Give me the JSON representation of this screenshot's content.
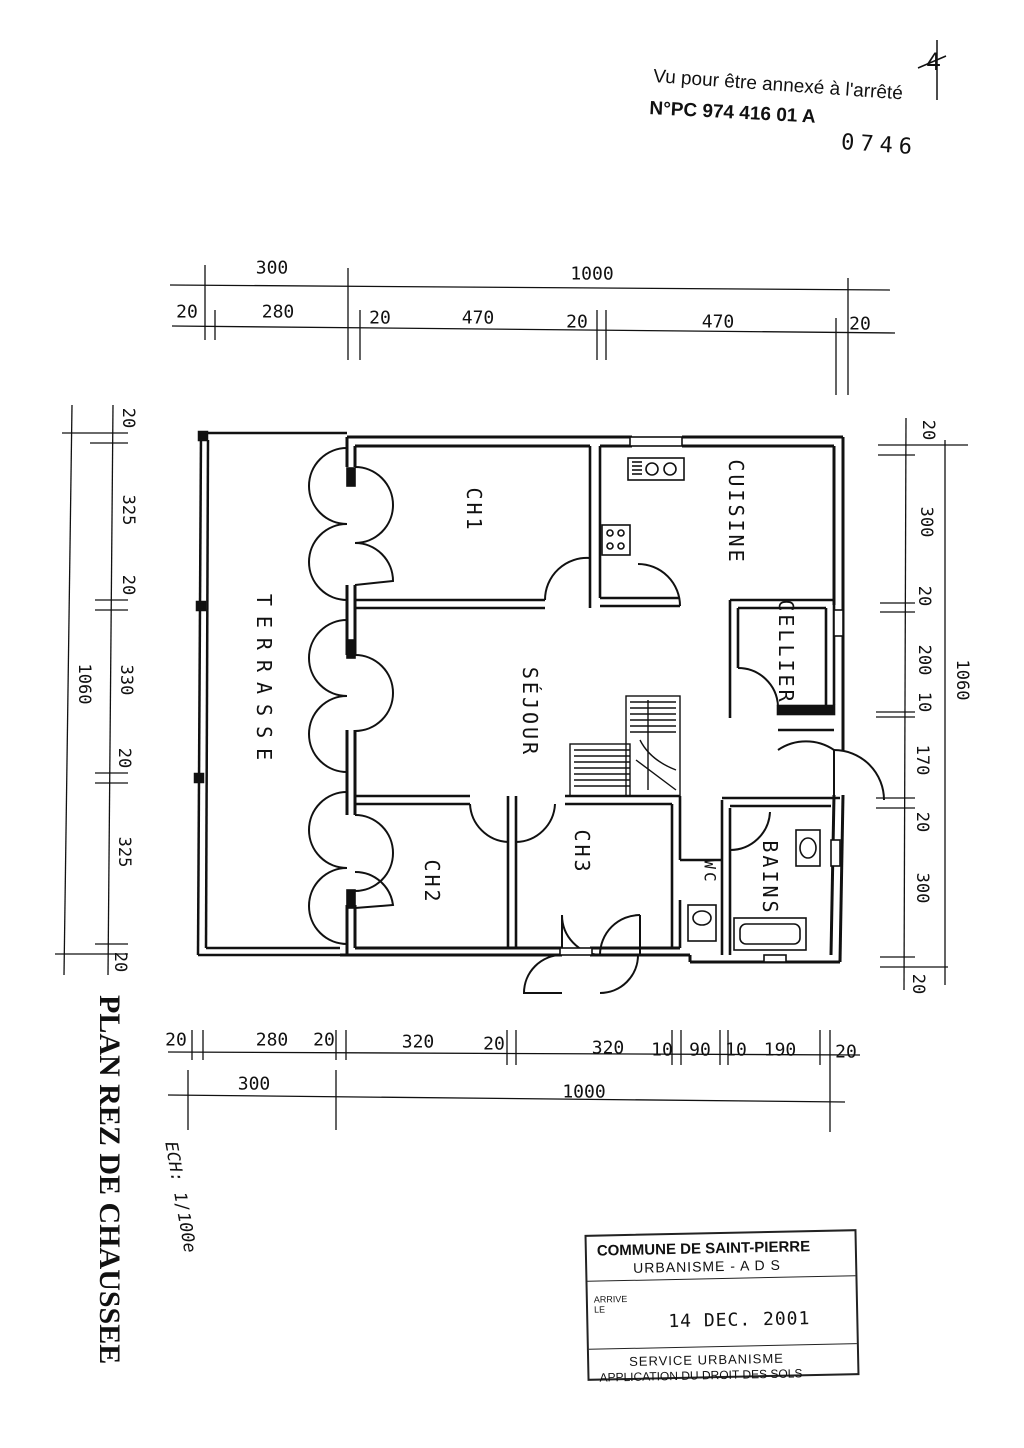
{
  "header": {
    "annex_line": "Vu pour être annexé à l'arrêté",
    "permit_number": "N°PC 974 416 01 A",
    "stamp_number": "0746",
    "handwritten_mark": "4"
  },
  "title": "PLAN REZ DE CHAUSSEE",
  "scale": "ECH: 1/100e",
  "rooms": {
    "ch1": "CH1",
    "cuisine": "CUISINE",
    "cellier": "CELLIER",
    "terrasse": "TERRASSE",
    "sejour": "SÉJOUR",
    "ch2": "CH2",
    "ch3": "CH3",
    "wc": "WC",
    "bains": "BAINS"
  },
  "dimensions": {
    "top_overall": [
      "300",
      "1000"
    ],
    "top_detail": [
      "20",
      "280",
      "20",
      "470",
      "20",
      "470",
      "20"
    ],
    "bottom_detail": [
      "20",
      "280",
      "20",
      "320",
      "20",
      "320",
      "10",
      "90",
      "10",
      "190",
      "20"
    ],
    "bottom_overall": [
      "300",
      "1000"
    ],
    "left_detail": [
      "20",
      "325",
      "20",
      "330",
      "20",
      "325",
      "20"
    ],
    "left_total": "1060",
    "right_detail": [
      "20",
      "300",
      "20",
      "200",
      "10",
      "170",
      "20",
      "300",
      "20"
    ],
    "right_total": "1060"
  },
  "stamp": {
    "line1": "COMMUNE DE SAINT-PIERRE",
    "line2": "URBANISME - A D S",
    "received_label": "ARRIVE LE",
    "date": "14 DEC. 2001",
    "service": "SERVICE URBANISME",
    "service_desc": "APPLICATION DU DROIT DES SOLS"
  }
}
